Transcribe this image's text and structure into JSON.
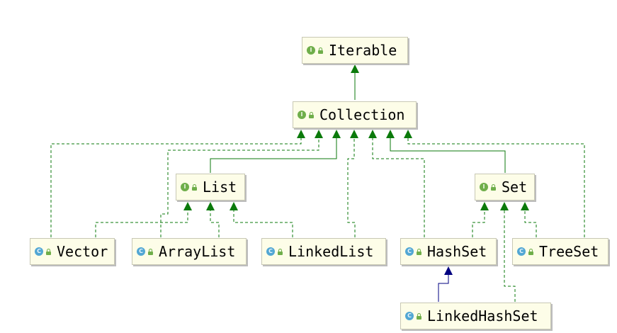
{
  "diagram": {
    "nodes": [
      {
        "id": "iterable",
        "label": "Iterable",
        "kind": "interface",
        "kind_letter": "I",
        "vis_icon": "lock-icon"
      },
      {
        "id": "collection",
        "label": "Collection",
        "kind": "interface",
        "kind_letter": "I",
        "vis_icon": "lock-icon"
      },
      {
        "id": "list",
        "label": "List",
        "kind": "interface",
        "kind_letter": "I",
        "vis_icon": "lock-icon"
      },
      {
        "id": "set",
        "label": "Set",
        "kind": "interface",
        "kind_letter": "I",
        "vis_icon": "lock-icon"
      },
      {
        "id": "vector",
        "label": "Vector",
        "kind": "class",
        "kind_letter": "C",
        "vis_icon": "lock-icon"
      },
      {
        "id": "arraylist",
        "label": "ArrayList",
        "kind": "class",
        "kind_letter": "C",
        "vis_icon": "lock-icon"
      },
      {
        "id": "linkedlist",
        "label": "LinkedList",
        "kind": "class",
        "kind_letter": "C",
        "vis_icon": "lock-icon"
      },
      {
        "id": "hashset",
        "label": "HashSet",
        "kind": "class",
        "kind_letter": "C",
        "vis_icon": "lock-icon"
      },
      {
        "id": "treeset",
        "label": "TreeSet",
        "kind": "class",
        "kind_letter": "C",
        "vis_icon": "lock-icon"
      },
      {
        "id": "linkedhashset",
        "label": "LinkedHashSet",
        "kind": "class",
        "kind_letter": "C",
        "vis_icon": "lock-icon"
      }
    ],
    "edges": [
      {
        "from": "collection",
        "to": "iterable",
        "type": "extends"
      },
      {
        "from": "list",
        "to": "collection",
        "type": "extends"
      },
      {
        "from": "set",
        "to": "collection",
        "type": "extends"
      },
      {
        "from": "vector",
        "to": "collection",
        "type": "implements"
      },
      {
        "from": "arraylist",
        "to": "collection",
        "type": "implements"
      },
      {
        "from": "linkedlist",
        "to": "collection",
        "type": "implements"
      },
      {
        "from": "hashset",
        "to": "collection",
        "type": "implements"
      },
      {
        "from": "treeset",
        "to": "collection",
        "type": "implements"
      },
      {
        "from": "vector",
        "to": "list",
        "type": "implements"
      },
      {
        "from": "arraylist",
        "to": "list",
        "type": "implements"
      },
      {
        "from": "linkedlist",
        "to": "list",
        "type": "implements"
      },
      {
        "from": "hashset",
        "to": "set",
        "type": "implements"
      },
      {
        "from": "linkedhashset",
        "to": "set",
        "type": "implements"
      },
      {
        "from": "treeset",
        "to": "set",
        "type": "implements"
      },
      {
        "from": "linkedhashset",
        "to": "hashset",
        "type": "class-extends"
      }
    ],
    "colors": {
      "interface_edge": "#0b7a0b",
      "class_extends_edge": "#000080",
      "node_fill": "#fdfde8",
      "interface_badge": "#6fae4a",
      "class_badge": "#52a7d4"
    }
  }
}
